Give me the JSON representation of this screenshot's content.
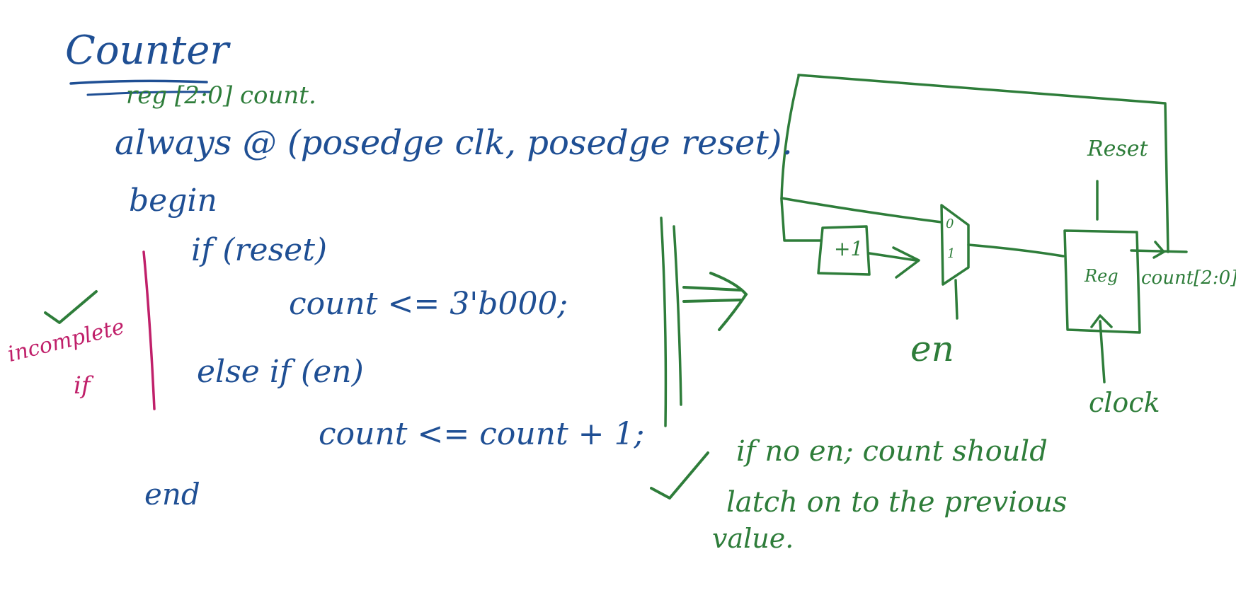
{
  "title": "Counter",
  "code": {
    "declaration": "reg [2:0] count.",
    "always": "always @ (posedge clk, posedge reset).",
    "begin": "begin",
    "if_reset": "if (reset)",
    "reset_assign": "count <= 3'b000;",
    "else_if": "else if (en)",
    "increment": "count <= count + 1;",
    "end": "end"
  },
  "annotations": {
    "incomplete": "incomplete",
    "if": "if"
  },
  "circuit": {
    "increment": "+1",
    "mux_in0": "0",
    "mux_in1": "1",
    "register": "Reg",
    "reset": "Reset",
    "enable": "en",
    "clock": "clock",
    "output": "count[2:0]"
  },
  "note": {
    "line1": "if no en; count should",
    "line2": "latch on to the previous",
    "line3": "value."
  },
  "colors": {
    "code": "#1f4f94",
    "circuit": "#2e7d3a",
    "annotation": "#c0206a"
  }
}
